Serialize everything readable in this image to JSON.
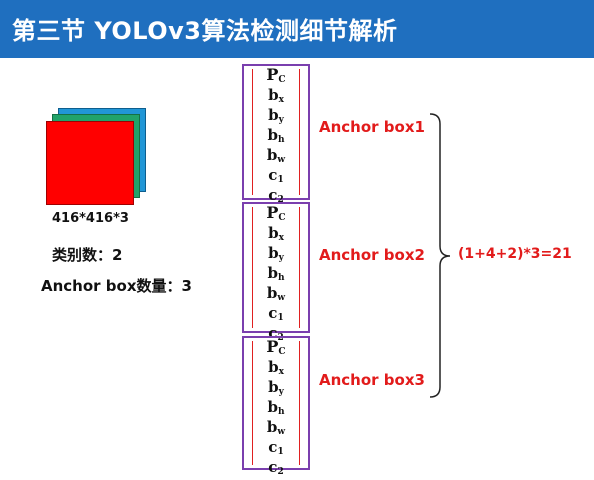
{
  "slide": {
    "title": "第三节  YOLOv3算法检测细节解析"
  },
  "input": {
    "size_label": "416*416*3",
    "class_count_label": "类别数：2",
    "anchor_count_label": "Anchor box数量：3"
  },
  "groups": [
    {
      "label": "Anchor box1"
    },
    {
      "label": "Anchor box2"
    },
    {
      "label": "Anchor box3"
    }
  ],
  "vector_elements": [
    {
      "base": "P",
      "sub": "C"
    },
    {
      "base": "b",
      "sub": "x"
    },
    {
      "base": "b",
      "sub": "y"
    },
    {
      "base": "b",
      "sub": "h"
    },
    {
      "base": "b",
      "sub": "w"
    },
    {
      "base": "c",
      "sub": "1"
    },
    {
      "base": "c",
      "sub": "2"
    }
  ],
  "formula": "(1+4+2)*3=21",
  "colors": {
    "header_bg": "#1f6fbf",
    "group_border": "#7a3fae",
    "accent_red": "#e21b1b",
    "layer_red": "#ff0000",
    "layer_green": "#21a36a",
    "layer_blue": "#2196d6"
  }
}
